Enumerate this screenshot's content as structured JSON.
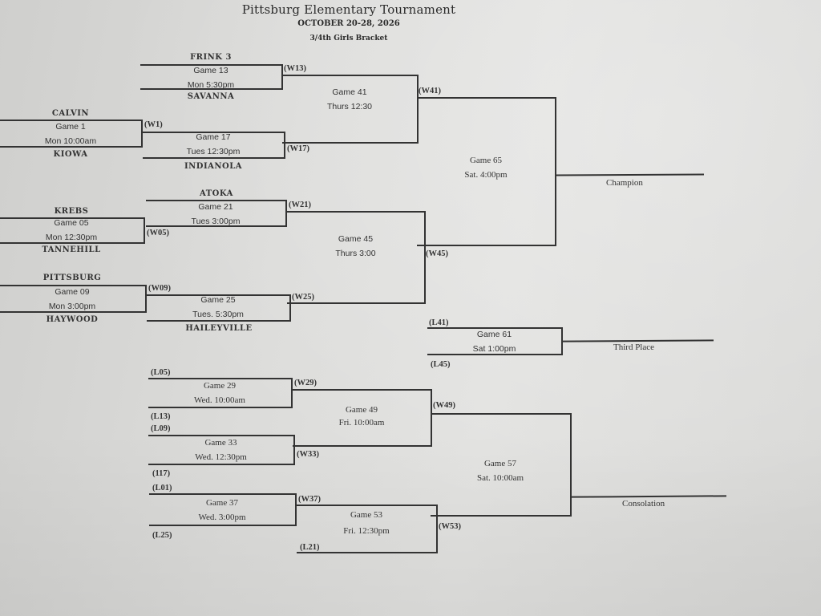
{
  "header": {
    "title": "Pittsburg Elementary Tournament",
    "dates": "OCTOBER 20-28, 2026",
    "bracket": "3/4th Girls Bracket"
  },
  "round1": [
    {
      "team_top": "CALVIN",
      "game": "Game 1",
      "time": "Mon  10:00am",
      "team_bottom": "KIOWA",
      "winner_ref": "(W1)"
    },
    {
      "team_top": "KREBS",
      "game": "Game 05",
      "time": "Mon  12:30pm",
      "team_bottom": "TANNEHILL",
      "winner_ref": "(W05)"
    },
    {
      "team_top": "PITTSBURG",
      "game": "Game 09",
      "time": "Mon  3:00pm",
      "team_bottom": "HAYWOOD",
      "winner_ref": "(W09)"
    }
  ],
  "round2": [
    {
      "team_top": "FRINK 3",
      "game": "Game 13",
      "time": "Mon  5:30pm",
      "team_bottom": "SAVANNA",
      "winner_ref": "(W13)"
    },
    {
      "game": "Game 17",
      "time": "Tues  12:30pm",
      "team_bottom": "INDIANOLA",
      "winner_ref": "(W17)"
    },
    {
      "team_top": "ATOKA",
      "game": "Game 21",
      "time": "Tues  3:00pm",
      "winner_ref": "(W21)"
    },
    {
      "game": "Game 25",
      "time": "Tues. 5:30pm",
      "team_bottom": "HAILEYVILLE",
      "winner_ref": "(W25)"
    }
  ],
  "semis": [
    {
      "game": "Game 41",
      "time": "Thurs  12:30",
      "winner_ref": "(W41)"
    },
    {
      "game": "Game 45",
      "time": "Thurs  3:00",
      "winner_ref": "(W45)"
    }
  ],
  "final": {
    "game": "Game 65",
    "time": "Sat. 4:00pm",
    "label": "Champion"
  },
  "third_place": {
    "top_ref": "(L41)",
    "bottom_ref": "(L45)",
    "game": "Game 61",
    "time": "Sat  1:00pm",
    "label": "Third Place"
  },
  "consolation": {
    "round1": [
      {
        "top_ref": "(L05)",
        "game": "Game 29",
        "time": "Wed. 10:00am",
        "bottom_ref": "(L13)",
        "winner_ref": "(W29)"
      },
      {
        "top_ref": "(L09)",
        "game": "Game 33",
        "time": "Wed. 12:30pm",
        "bottom_ref": "(117)",
        "winner_ref": "(W33)"
      },
      {
        "top_ref": "(L01)",
        "game": "Game 37",
        "time": "Wed. 3:00pm",
        "bottom_ref": "(L25)",
        "winner_ref": "(W37)"
      }
    ],
    "round2": [
      {
        "game": "Game 49",
        "time": "Fri. 10:00am",
        "winner_ref": "(W49)"
      },
      {
        "game": "Game 53",
        "time": "Fri. 12:30pm",
        "bottom_ref": "(L21)",
        "winner_ref": "(W53)"
      }
    ],
    "final": {
      "game": "Game 57",
      "time": "Sat. 10:00am",
      "label": "Consolation"
    }
  }
}
